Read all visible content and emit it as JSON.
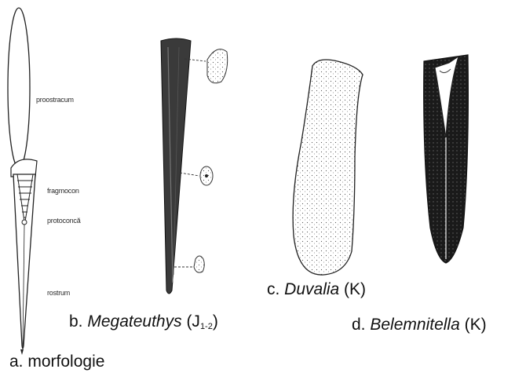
{
  "labels": {
    "proostracum": "proostracum",
    "fragmocon": "fragmocon",
    "protoconca": "protoconcă",
    "rostrum": "rostrum"
  },
  "captions": {
    "a": {
      "prefix": "a. ",
      "text": "morfologie"
    },
    "b": {
      "prefix": "b. ",
      "genus": "Megateuthys",
      "age_open": " (J",
      "age_sub": "1-2",
      "age_close": ")"
    },
    "c": {
      "prefix": "c. ",
      "genus": "Duvalia",
      "age": " (K)"
    },
    "d": {
      "prefix": "d. ",
      "genus": "Belemnitella",
      "age": " (K)"
    }
  }
}
